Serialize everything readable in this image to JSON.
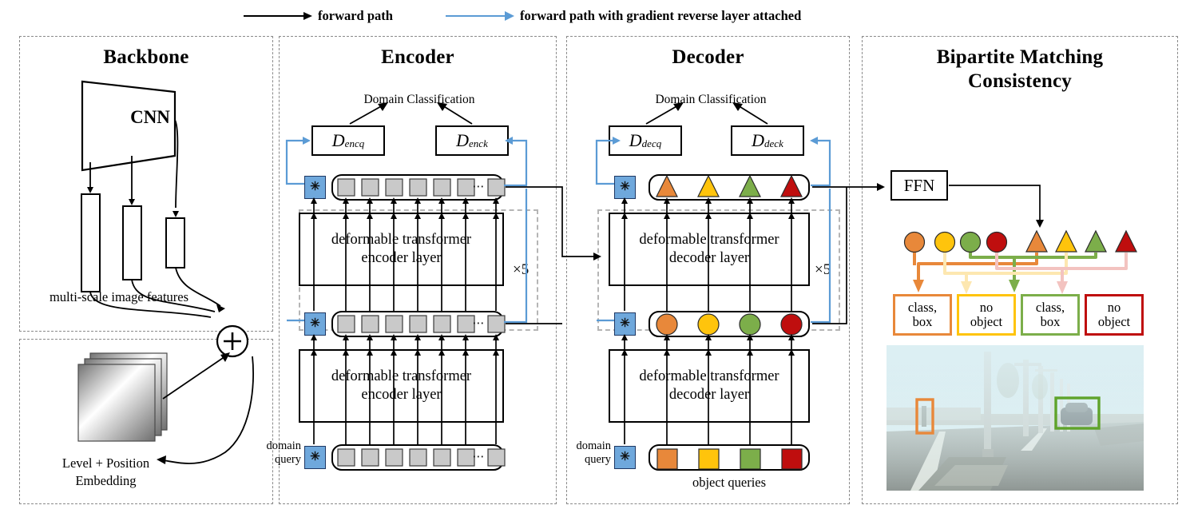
{
  "legend": [
    {
      "label": "forward path",
      "color": "#000000",
      "icon": "arrow-right-icon"
    },
    {
      "label": "forward path with gradient reverse layer attached",
      "color": "#5B9BD5",
      "icon": "arrow-right-icon"
    }
  ],
  "panels": {
    "backbone": {
      "title": "Backbone",
      "cnn_label": "CNN",
      "features_caption": "multi-scale image features"
    },
    "embedding": {
      "caption_line1": "Level + Position",
      "caption_line2": "Embedding",
      "plus_symbol": "+"
    },
    "encoder": {
      "title": "Encoder",
      "domain_classification": "Domain Classification",
      "disc_q": "D",
      "disc_q_sub": "encq",
      "disc_k": "D",
      "disc_k_sub": "enck",
      "layer_line1": "deformable transformer",
      "layer_line2": "encoder layer",
      "repeat": "×5",
      "domain_query_line1": "domain",
      "domain_query_line2": "query",
      "star_glyph": "✳",
      "ellipsis": "•••",
      "token_count": 7
    },
    "decoder": {
      "title": "Decoder",
      "domain_classification": "Domain Classification",
      "disc_q": "D",
      "disc_q_sub": "decq",
      "disc_k": "D",
      "disc_k_sub": "deck",
      "layer_line1": "deformable transformer",
      "layer_line2": "decoder layer",
      "repeat": "×5",
      "domain_query_line1": "domain",
      "domain_query_line2": "query",
      "star_glyph": "✳",
      "object_queries_caption": "object queries"
    },
    "bipartite": {
      "title_line1": "Bipartite Matching",
      "title_line2": "Consistency",
      "ffn_label": "FFN",
      "outputs": [
        {
          "line1": "class,",
          "line2": "box",
          "color": "#E8883A"
        },
        {
          "line1": "no",
          "line2": "object",
          "color": "#FFC40C"
        },
        {
          "line1": "class,",
          "line2": "box",
          "color": "#7CAE4A"
        },
        {
          "line1": "no",
          "line2": "object",
          "color": "#BF0E0E"
        }
      ]
    }
  },
  "colors": {
    "orange": "#E8883A",
    "yellow": "#FFC40C",
    "green": "#7CAE4A",
    "darkred": "#BF0E0E",
    "blue": "#5B9BD5",
    "token_gray": "#c9c9c9",
    "dashed_gray": "#8a8a8a"
  },
  "query_colors": [
    "#E8883A",
    "#FFC40C",
    "#7CAE4A",
    "#BF0E0E"
  ],
  "scene": {
    "alt": "foggy highway driving scene",
    "detections": [
      {
        "label": "pedestrian",
        "color": "#E8883A"
      },
      {
        "label": "car",
        "color": "#7CAE4A"
      }
    ]
  }
}
